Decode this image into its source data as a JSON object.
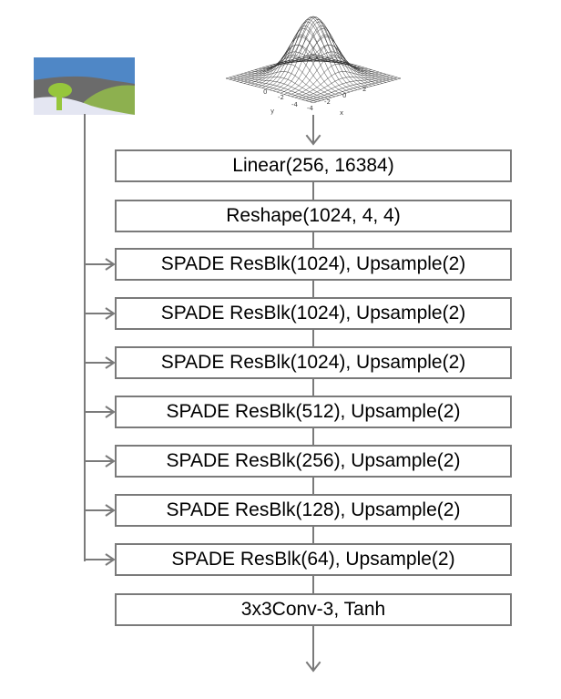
{
  "colors": {
    "line": "#7a7a7a",
    "block_border": "#7a7a7a",
    "text": "#000000",
    "sky": "#4f87c6",
    "hill": "#8db04f",
    "ground": "#6b6b6b",
    "tree": "#96c63c",
    "snow": "#e4e6f2"
  },
  "icons": {
    "segmentation_map": "segmentation-map-thumbnail",
    "noise_distribution": "gaussian-surface-plot"
  },
  "noise_plot": {
    "axis_ticks": [
      "0",
      "-2",
      "-4",
      "-4",
      "-2",
      "0",
      "2"
    ],
    "y_axis_label": "y",
    "x_axis_label": "x"
  },
  "blocks": [
    {
      "label": "Linear(256, 16384)",
      "conditioned": false
    },
    {
      "label": "Reshape(1024, 4, 4)",
      "conditioned": false
    },
    {
      "label": "SPADE ResBlk(1024), Upsample(2)",
      "conditioned": true
    },
    {
      "label": "SPADE ResBlk(1024), Upsample(2)",
      "conditioned": true
    },
    {
      "label": "SPADE ResBlk(1024), Upsample(2)",
      "conditioned": true
    },
    {
      "label": "SPADE ResBlk(512), Upsample(2)",
      "conditioned": true
    },
    {
      "label": "SPADE ResBlk(256), Upsample(2)",
      "conditioned": true
    },
    {
      "label": "SPADE ResBlk(128), Upsample(2)",
      "conditioned": true
    },
    {
      "label": "SPADE ResBlk(64), Upsample(2)",
      "conditioned": true
    },
    {
      "label": "3x3Conv-3, Tanh",
      "conditioned": false
    }
  ]
}
